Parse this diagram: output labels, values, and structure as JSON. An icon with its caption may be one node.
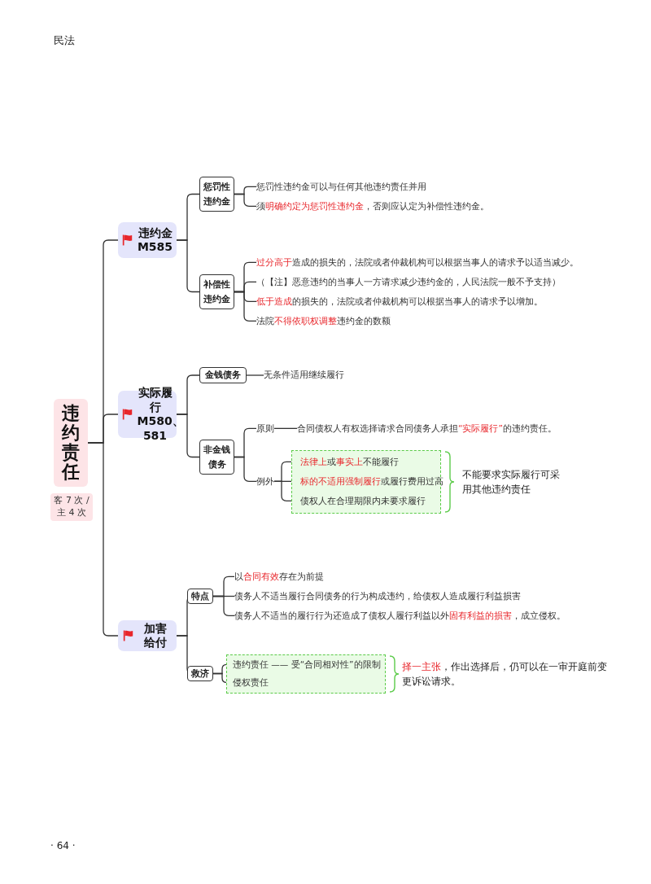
{
  "diagram": {
    "nodes": [
      {
        "text": [
          "违约责任"
        ],
        "beside": [
          "客 7 次 / 主 4 次"
        ]
      },
      {
        "text": [
          "违约金 M585"
        ]
      },
      {
        "text": [
          "惩罚性违约金"
        ]
      },
      {
        "text": [
          "惩罚性违约金可以与任何其他违约责任并用"
        ]
      },
      {
        "text": [
          "须**明确约定为惩罚性违约金**，否则应认定为补偿性违约金。"
        ]
      },
      {
        "text": [
          "补偿性违约金"
        ]
      },
      {
        "text": [
          "**过分高于**造成的损失的，法院或者仲裁机构可以根据当事人的请求予以适当减少。"
        ]
      },
      {
        "text": [
          "（【注】恶意违约的当事人一方请求减少违约金的，人民法院一般不予支持）"
        ]
      },
      {
        "text": [
          "**低于造成**的损失的，法院或者仲裁机构可以根据当事人的请求予以增加。"
        ]
      },
      {
        "text": [
          "法院**不得依职权调整**违约金的数额"
        ]
      },
      {
        "text": [
          "实际履行 M580、581"
        ]
      },
      {
        "text": [
          "金钱债务"
        ]
      },
      {
        "text": [
          "无条件适用继续履行"
        ]
      },
      {
        "text": [
          "非金钱债务"
        ]
      },
      {
        "text": [
          "原则"
        ]
      },
      {
        "text": [
          "合同债权人有权选择请求合同债务人承担**“实际履行”**的违约责任。"
        ]
      },
      {
        "text": [
          "例外"
        ]
      },
      {
        "text": [],
        "shape": "box"
      },
      {
        "text": [
          "**法律上**或**事实上**不能履行"
        ],
        "in": 17
      },
      {
        "text": [
          "**标的不适用强制履行**或履行费用过高"
        ],
        "in": 17
      },
      {
        "text": [
          "债权人在合理期限内未要求履行"
        ],
        "in": 17
      },
      {
        "text": [
          "加害给付"
        ]
      },
      {
        "text": [
          "特点"
        ]
      },
      {
        "text": [
          "以**合同有效**存在为前提"
        ]
      },
      {
        "text": [
          "债务人不适当履行合同债务的行为构成违约，给债权人造成履行利益损害"
        ]
      },
      {
        "text": [
          "债务人不适当的履行行为还造成了债权人履行利益以外**固有利益的损害**，成立侵权。"
        ]
      },
      {
        "text": [
          "救济"
        ]
      },
      {
        "text": [],
        "shape": "box"
      },
      {
        "text": [
          "违约责任 —— 受“合同相对性”的限制"
        ],
        "in": 27
      },
      {
        "text": [
          "侵权责任"
        ],
        "in": 27
      }
    ],
    "edges": [
      {
        "from": 0,
        "to": 1,
        "arrow": "none"
      },
      {
        "from": 0,
        "to": 10,
        "arrow": "none"
      },
      {
        "from": 0,
        "to": 21,
        "arrow": "none"
      },
      {
        "from": 1,
        "to": 2,
        "arrow": "none"
      },
      {
        "from": 1,
        "to": 5,
        "arrow": "none"
      },
      {
        "from": 2,
        "to": 3,
        "arrow": "none"
      },
      {
        "from": 2,
        "to": 4,
        "arrow": "none"
      },
      {
        "from": 5,
        "to": 6,
        "arrow": "none"
      },
      {
        "from": 5,
        "to": 7,
        "arrow": "none"
      },
      {
        "from": 5,
        "to": 8,
        "arrow": "none"
      },
      {
        "from": 5,
        "to": 9,
        "arrow": "none"
      },
      {
        "from": 10,
        "to": 11,
        "arrow": "none"
      },
      {
        "from": 10,
        "to": 13,
        "arrow": "none"
      },
      {
        "from": 11,
        "to": 12,
        "arrow": "none"
      },
      {
        "from": 13,
        "to": 14,
        "arrow": "none"
      },
      {
        "from": 13,
        "to": 16,
        "arrow": "none"
      },
      {
        "from": 14,
        "to": 15,
        "arrow": "none"
      },
      {
        "from": 16,
        "to": 18,
        "arrow": "none"
      },
      {
        "from": 16,
        "to": 19,
        "arrow": "none"
      },
      {
        "from": 16,
        "to": 20,
        "arrow": "none"
      },
      {
        "from": 21,
        "to": 22,
        "arrow": "none"
      },
      {
        "from": 21,
        "to": 26,
        "arrow": "none"
      },
      {
        "from": 22,
        "to": 23,
        "arrow": "none"
      },
      {
        "from": 22,
        "to": 24,
        "arrow": "none"
      },
      {
        "from": 22,
        "to": 25,
        "arrow": "none"
      },
      {
        "from": 26,
        "to": 28,
        "arrow": "none"
      },
      {
        "from": 26,
        "to": 29,
        "arrow": "none"
      }
    ],
    "labels": [
      "民法",
      "不能要求实际履行可采用其他违约责任",
      "**择一主张**，作出选择后，仍可以在一审开庭前变更诉讼请求。",
      "· 64 ·"
    ]
  }
}
